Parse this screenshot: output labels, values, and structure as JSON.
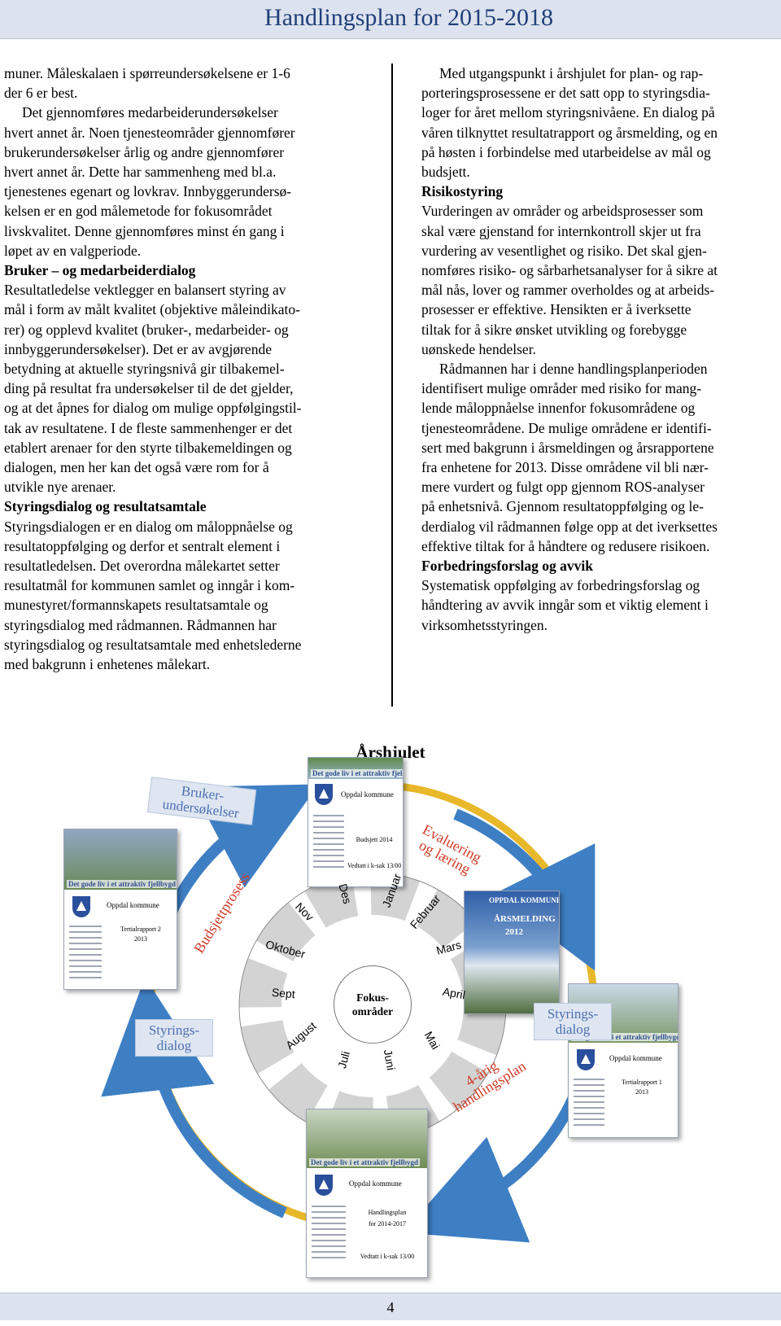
{
  "header": {
    "title": "Handlingsplan for 2015-2018"
  },
  "left_column": {
    "intro_lines": [
      "muner. Måleskalaen i spørreundersøkelsene er 1-6",
      "der 6 er best."
    ],
    "para_survey": [
      "Det gjennomføres medarbeiderundersøkelser",
      "hvert annet år. Noen tjenesteområder gjennomfører",
      "brukerundersøkelser årlig og andre gjennomfører",
      "hvert annet år. Dette har sammenheng med bl.a.",
      "tjenestenes egenart og lovkrav. Innbyggerundersø-",
      "kelsen er en god målemetode for fokusområdet",
      "livskvalitet. Denne gjennomføres minst én gang i",
      "løpet av en valgperiode."
    ],
    "section1": {
      "heading": "Bruker – og medarbeiderdialog",
      "lines": [
        "Resultatledelse vektlegger en balansert styring av",
        "mål i form av målt kvalitet (objektive måleindikato-",
        "rer) og opplevd kvalitet (bruker-, medarbeider- og",
        "innbyggerundersøkelser). Det er av avgjørende",
        "betydning at aktuelle styringsnivå gir tilbakemel-",
        "ding på resultat fra undersøkelser til de det gjelder,",
        "og at det åpnes for dialog om mulige oppfølgingstil-",
        "tak av resultatene. I de fleste sammenhenger er det",
        "etablert arenaer for den styrte tilbakemeldingen og",
        "dialogen, men her kan det også være rom for å",
        "utvikle nye arenaer."
      ]
    },
    "section2": {
      "heading": "Styringsdialog og resultatsamtale",
      "lines": [
        "Styringsdialogen er en dialog om måloppnåelse og",
        "resultatoppfølging og derfor et sentralt element i",
        "resultatledelsen. Det overordna målekartet setter",
        "resultatmål for kommunen samlet og inngår i kom-",
        "munestyret/formannskapets resultatsamtale og",
        "styringsdialog med rådmannen. Rådmannen har",
        "styringsdialog og resultatsamtale med enhetslederne",
        "med bakgrunn i enhetenes målekart."
      ]
    }
  },
  "right_column": {
    "intro_lines": [
      "Med utgangspunkt i årshjulet for plan- og rap-",
      "porteringsprosessene er det satt opp to styringsdia-",
      "loger for året mellom styringsnivåene. En dialog på",
      "våren tilknyttet resultatrapport og årsmelding, og en",
      "på høsten i forbindelse med utarbeidelse av mål og",
      "budsjett."
    ],
    "section_risk": {
      "heading": "Risikostyring",
      "lines": [
        "Vurderingen av områder og arbeidsprosesser som",
        "skal være gjenstand for internkontroll skjer ut fra",
        "vurdering av vesentlighet og risiko. Det skal gjen-",
        "nomføres risiko- og sårbarhetsanalyser for å sikre at",
        "mål nås, lover og rammer overholdes og at arbeids-",
        "prosesser er effektive. Hensikten er å iverksette",
        "tiltak for å sikre ønsket utvikling og forebygge",
        "uønskede hendelser."
      ],
      "para2_lines": [
        "Rådmannen har i denne handlingsplanperioden",
        "identifisert mulige områder med risiko for mang-",
        "lende måloppnåelse innenfor fokusområdene og",
        "tjenesteområdene. De mulige områdene er identifi-",
        "sert med bakgrunn i årsmeldingen og årsrapportene",
        "fra enhetene for 2013. Disse områdene vil bli nær-",
        "mere vurdert og fulgt opp gjennom ROS-analyser",
        "på enhetsnivå. Gjennom resultatoppfølging og le-",
        "derdialog vil rådmannen følge opp at det iverksettes",
        "effektive tiltak for å håndtere og redusere risikoen."
      ]
    },
    "section_improve": {
      "heading": "Forbedringsforslag og avvik",
      "lines": [
        "Systematisk oppfølging av forbedringsforslag og",
        "håndtering av avvik inngår som et viktig element i",
        "virksomhetsstyringen."
      ]
    }
  },
  "diagram": {
    "title": "Årshjulet",
    "centre": [
      "Fokus-",
      "områder"
    ],
    "months": [
      "Nov",
      "Des",
      "Januar",
      "Februar",
      "Mars",
      "April",
      "Mai",
      "Juni",
      "Juli",
      "August",
      "Sept",
      "Oktober"
    ],
    "labels": {
      "bruker": [
        "Bruker-",
        "undersøkelser"
      ],
      "budsjett": "Budsjettprosess",
      "evaluering": [
        "Evaluering",
        "og læring"
      ],
      "styrings_left": [
        "Styrings-",
        "dialog"
      ],
      "styrings_right": [
        "Styrings-",
        "dialog"
      ],
      "handlingsplan": [
        "4-årig",
        "handlingsplan"
      ]
    },
    "documents": {
      "top": {
        "banner": "Det gode liv i et attraktiv fjellbygd",
        "org": "Oppdal kommune",
        "title": "Budsjett 2014",
        "note": "Vedtatt i k-sak 13/00"
      },
      "left": {
        "banner": "Det gode liv i et attraktiv fjellbygd",
        "org": "Oppdal kommune",
        "title1": "Tertialrapport 2",
        "title2": "2013"
      },
      "right_top": {
        "banner": "OPPDAL KOMMUNE",
        "title": "ÅRSMELDING",
        "year": "2012"
      },
      "right_bottom": {
        "banner": "Det gode liv i et attraktiv fjellbygd",
        "org": "Oppdal kommune",
        "title": "Tertialrapport 1",
        "year": "2013"
      },
      "bottom": {
        "banner": "Det gode liv i et attraktiv fjellbygd",
        "org": "Oppdal kommune",
        "title1": "Handlingsplan",
        "title2": "for 2014-2017",
        "note": "Vedtatt i k-sak 13/00"
      }
    }
  },
  "footer": {
    "page_number": "4"
  }
}
